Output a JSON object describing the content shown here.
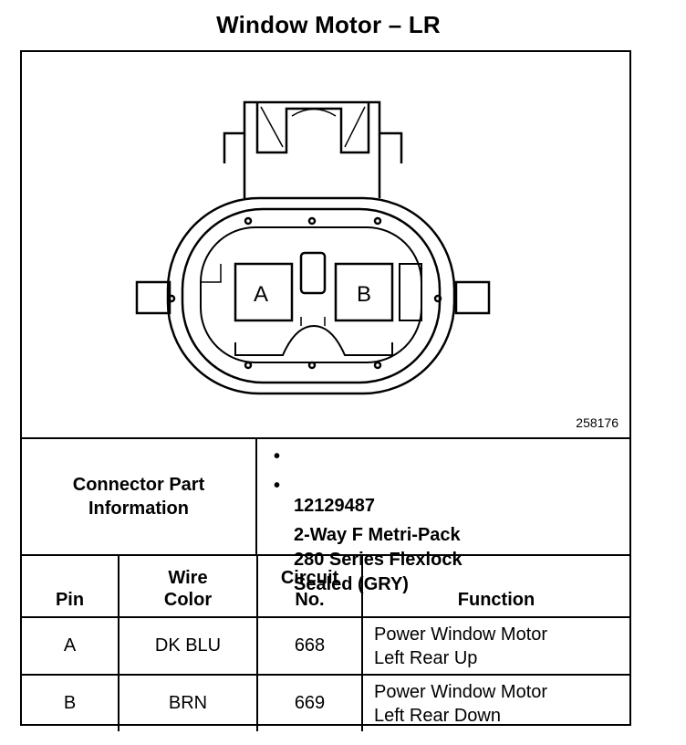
{
  "title": "Window Motor – LR",
  "diagram": {
    "ref_number": "258176",
    "cavity_a": "A",
    "cavity_b": "B"
  },
  "connector_info": {
    "label": "Connector Part\nInformation",
    "part_number": "12129487",
    "description": "2-Way F Metri-Pack\n280 Series Flexlock\nSealed (GRY)"
  },
  "table": {
    "headers": {
      "pin": "Pin",
      "wire_color": "Wire\nColor",
      "circuit": "Circuit\nNo.",
      "function": "Function"
    },
    "rows": [
      {
        "pin": "A",
        "wire_color": "DK BLU",
        "circuit": "668",
        "function": "Power Window Motor\nLeft Rear Up"
      },
      {
        "pin": "B",
        "wire_color": "BRN",
        "circuit": "669",
        "function": "Power Window Motor\nLeft Rear Down"
      }
    ]
  }
}
